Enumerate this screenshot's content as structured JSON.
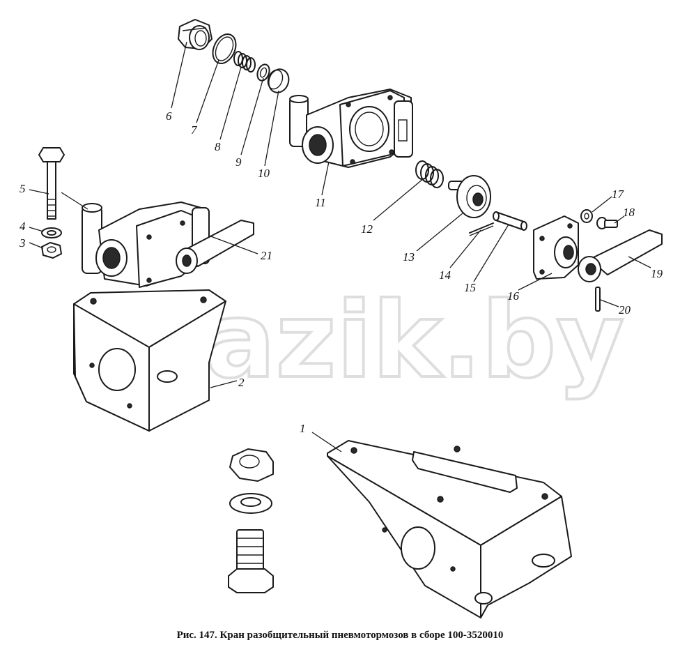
{
  "figure": {
    "caption": "Рис. 147. Кран разобщительный пневмотормозов в сборе 100-3520010",
    "watermark": "mazik.by"
  },
  "parts": [
    {
      "num": "1"
    },
    {
      "num": "2"
    },
    {
      "num": "3"
    },
    {
      "num": "4"
    },
    {
      "num": "5"
    },
    {
      "num": "6"
    },
    {
      "num": "7"
    },
    {
      "num": "8"
    },
    {
      "num": "9"
    },
    {
      "num": "10"
    },
    {
      "num": "11"
    },
    {
      "num": "12"
    },
    {
      "num": "13"
    },
    {
      "num": "14"
    },
    {
      "num": "15"
    },
    {
      "num": "16"
    },
    {
      "num": "17"
    },
    {
      "num": "18"
    },
    {
      "num": "19"
    },
    {
      "num": "20"
    },
    {
      "num": "21"
    }
  ]
}
